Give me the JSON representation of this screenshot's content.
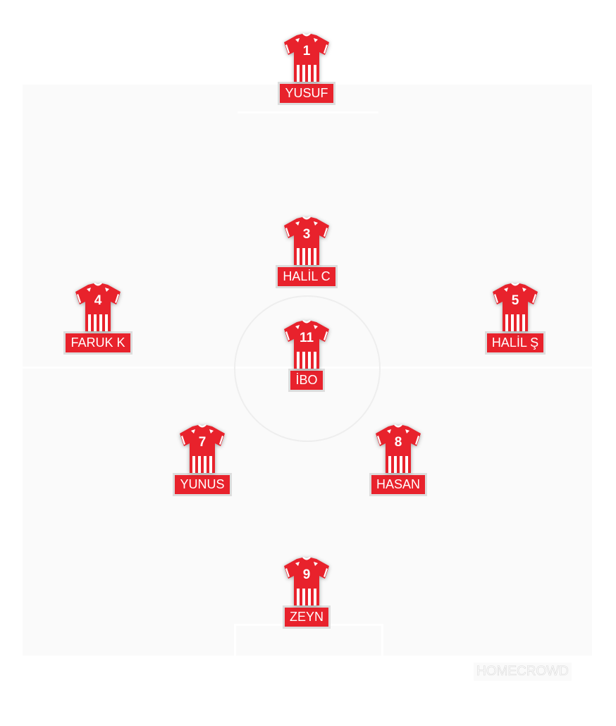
{
  "team_color": "#e8222c",
  "players": [
    {
      "number": "1",
      "name": "YUSUF"
    },
    {
      "number": "3",
      "name": "HALİL C"
    },
    {
      "number": "4",
      "name": "FARUK K"
    },
    {
      "number": "5",
      "name": "HALİL Ş"
    },
    {
      "number": "11",
      "name": "İBO"
    },
    {
      "number": "7",
      "name": "YUNUS"
    },
    {
      "number": "8",
      "name": "HASAN"
    },
    {
      "number": "9",
      "name": "ZEYN"
    }
  ],
  "watermark": "HOMECROWD"
}
